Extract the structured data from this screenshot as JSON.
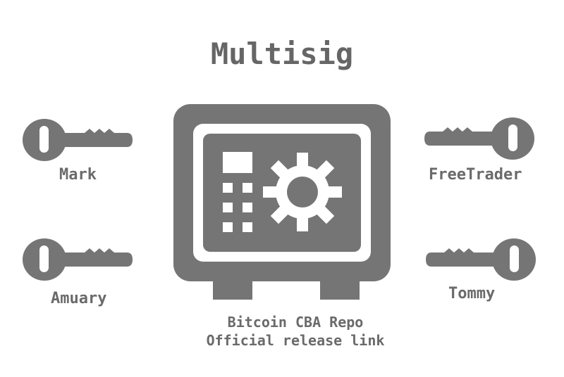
{
  "title": "Multisig",
  "keyholders": [
    {
      "name": "Mark",
      "icon": "key-icon"
    },
    {
      "name": "FreeTrader",
      "icon": "key-icon"
    },
    {
      "name": "Amuary",
      "icon": "key-icon"
    },
    {
      "name": "Tommy",
      "icon": "key-icon"
    }
  ],
  "vault": {
    "icon": "safe-icon",
    "caption_line1": "Bitcoin CBA Repo",
    "caption_line2": "Official release link"
  },
  "colors": {
    "icon": "#757575",
    "text": "#6a6a6a",
    "background": "#ffffff"
  }
}
